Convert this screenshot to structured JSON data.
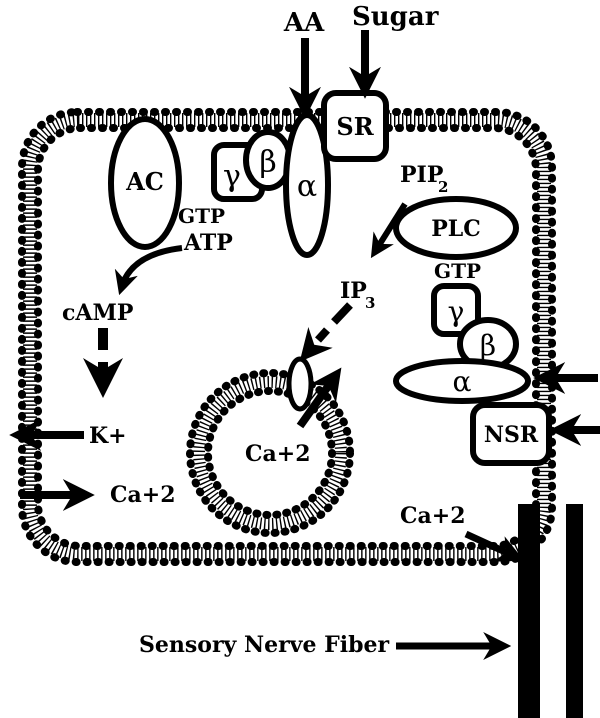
{
  "labels": {
    "aa": "AA",
    "sugar": "Sugar",
    "sr": "SR",
    "ac": "AC",
    "gamma_left": "γ",
    "beta_left": "β",
    "alpha_left": "α",
    "gtp_left": "GTP",
    "atp": "ATP",
    "camp": "cAMP",
    "k_plus": "K+",
    "ca_left": "Ca+2",
    "pip": "PIP",
    "pip_sub": "2",
    "plc": "PLC",
    "ip": "IP",
    "ip_sub": "3",
    "gtp_right": "GTP",
    "gamma_right": "γ",
    "beta_right": "β",
    "alpha_right": "α",
    "nsr": "NSR",
    "ca_vesicle": "Ca+2",
    "ca_nerve": "Ca+2",
    "sensory_nerve_fiber": "Sensory Nerve Fiber"
  },
  "colors": {
    "ink": "#000000",
    "background": "#ffffff"
  }
}
